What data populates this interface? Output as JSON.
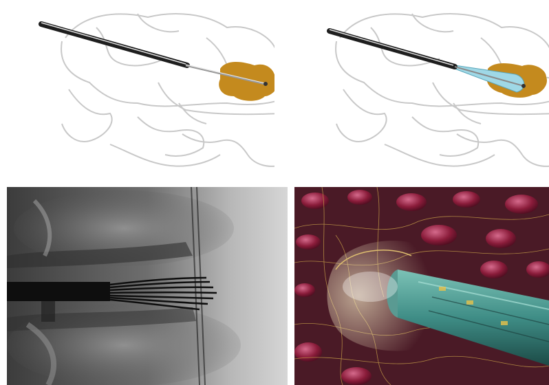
{
  "figure": {
    "panels": [
      {
        "name": "illustration-needle-in-lesion"
      },
      {
        "name": "illustration-cement-cone"
      },
      {
        "name": "fluoroscopy-electrode-array"
      },
      {
        "name": "rendered-probe-in-tissue"
      }
    ]
  },
  "colors": {
    "bone_outline": "#c8c8c8",
    "lesion": "#c48a1e",
    "needle": "#2a2a2a",
    "cone": "#9fd8e6",
    "tissue_red": "#8a1c3a",
    "probe_teal": "#3f8d86",
    "fiber_gold": "#c9a24a"
  }
}
